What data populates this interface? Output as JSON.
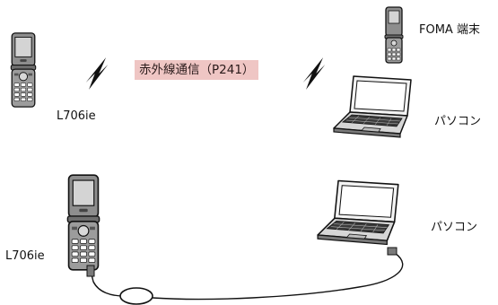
{
  "diagram": {
    "infrared_label": "赤外線通信（P241）",
    "top_phone_label": "L706ie",
    "foma_label": "FOMA 端末",
    "top_pc_label": "パソコン",
    "bottom_phone_label": "L706ie",
    "bottom_pc_label": "パソコン"
  },
  "colors": {
    "badge_bg": "#efc6c4",
    "outline": "#111111",
    "device_gray": "#9a9a9a",
    "screen_gray": "#cfcfcf"
  }
}
